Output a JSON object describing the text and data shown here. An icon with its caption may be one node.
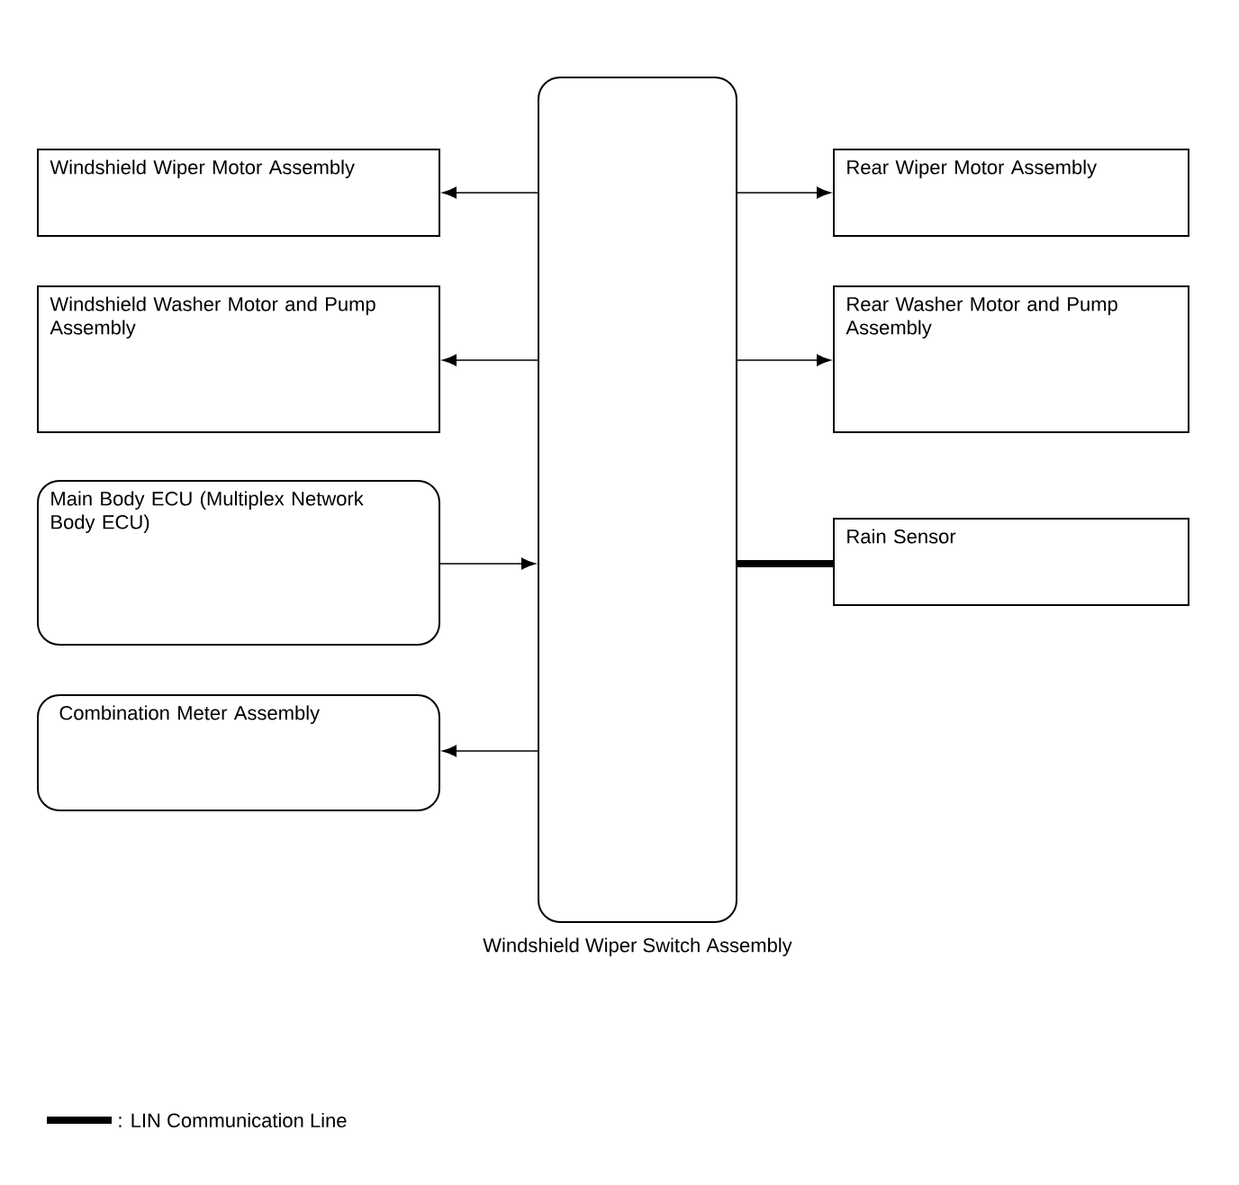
{
  "diagram": {
    "nodes": [
      {
        "text": [
          "Windshield Wiper Switch Assembly"
        ]
      },
      {
        "text": [
          "Windshield Wiper Motor Assembly"
        ]
      },
      {
        "text": [
          "Windshield Washer Motor and Pump Assembly"
        ]
      },
      {
        "text": [
          "Main Body ECU (Multiplex Network Body ECU)"
        ]
      },
      {
        "text": [
          "Combination Meter Assembly"
        ]
      },
      {
        "text": [
          "Rear Wiper Motor Assembly"
        ]
      },
      {
        "text": [
          "Rear Washer Motor and Pump Assembly"
        ]
      },
      {
        "text": [
          "Rain Sensor"
        ]
      }
    ],
    "edges": [
      {
        "from": 0,
        "to": 1,
        "arrow": "to"
      },
      {
        "from": 0,
        "to": 2,
        "arrow": "to"
      },
      {
        "from": 3,
        "to": 0,
        "arrow": "to"
      },
      {
        "from": 0,
        "to": 4,
        "arrow": "to"
      },
      {
        "from": 0,
        "to": 5,
        "arrow": "to"
      },
      {
        "from": 0,
        "to": 6,
        "arrow": "to"
      },
      {
        "from": 0,
        "to": 7,
        "arrow": "none",
        "style": "thick"
      }
    ],
    "legend": [
      {
        "text": ": LIN Communication Line"
      }
    ]
  }
}
